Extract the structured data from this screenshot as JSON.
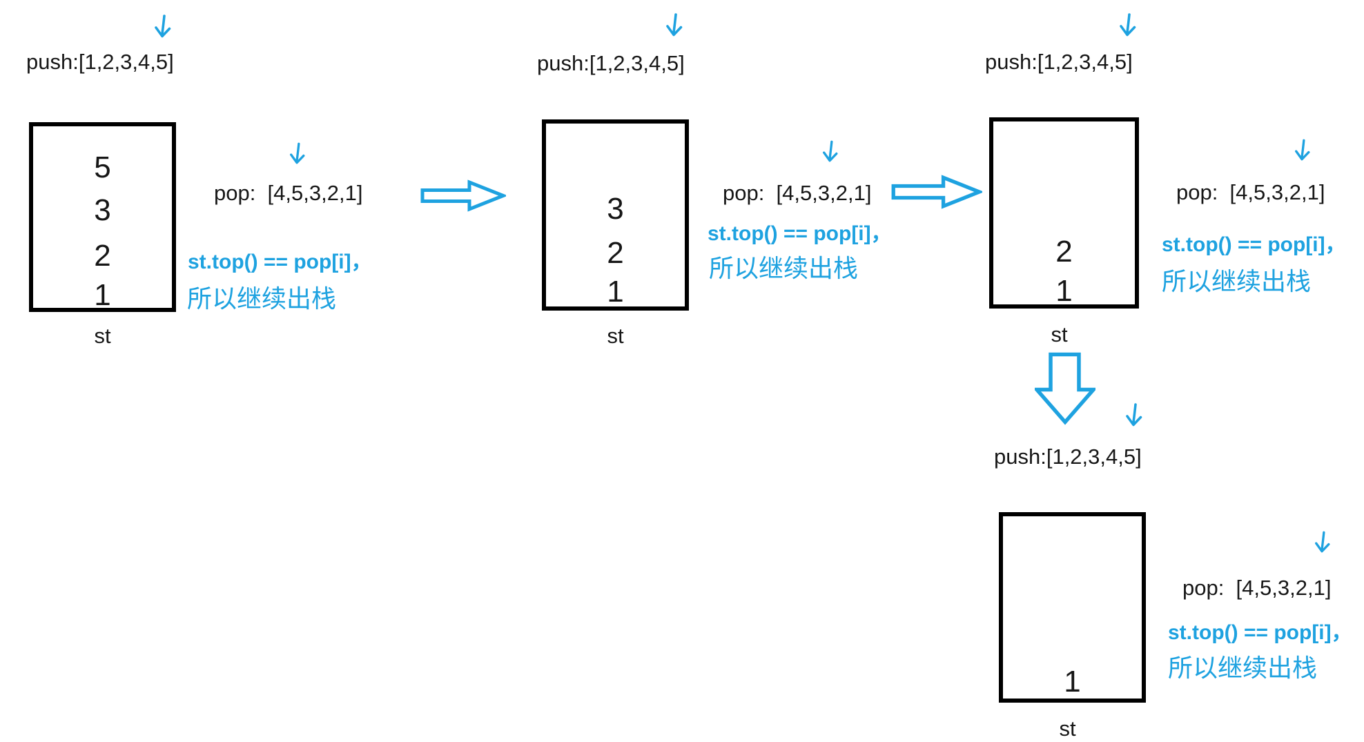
{
  "accent_color": "#1ea2e0",
  "icons": {
    "pointer_down": "↓",
    "flow_right": "⇨",
    "flow_down": "⇩"
  },
  "panels": [
    {
      "push_label": "push:[1,2,3,4,5]",
      "pop_label": "pop:  [4,5,3,2,1]",
      "condition_code": "st.top() == pop[i]，",
      "condition_text": "所以继续出栈",
      "stack_values": [
        "5",
        "3",
        "2",
        "1"
      ],
      "stack_name": "st"
    },
    {
      "push_label": "push:[1,2,3,4,5]",
      "pop_label": "pop:  [4,5,3,2,1]",
      "condition_code": "st.top() == pop[i]，",
      "condition_text": "所以继续出栈",
      "stack_values": [
        "3",
        "2",
        "1"
      ],
      "stack_name": "st"
    },
    {
      "push_label": "push:[1,2,3,4,5]",
      "pop_label": "pop:  [4,5,3,2,1]",
      "condition_code": "st.top() == pop[i]，",
      "condition_text": "所以继续出栈",
      "stack_values": [
        "2",
        "1"
      ],
      "stack_name": "st"
    },
    {
      "push_label": "push:[1,2,3,4,5]",
      "pop_label": "pop:  [4,5,3,2,1]",
      "condition_code": "st.top() == pop[i]，",
      "condition_text": "所以继续出栈",
      "stack_values": [
        "1"
      ],
      "stack_name": "st"
    }
  ]
}
